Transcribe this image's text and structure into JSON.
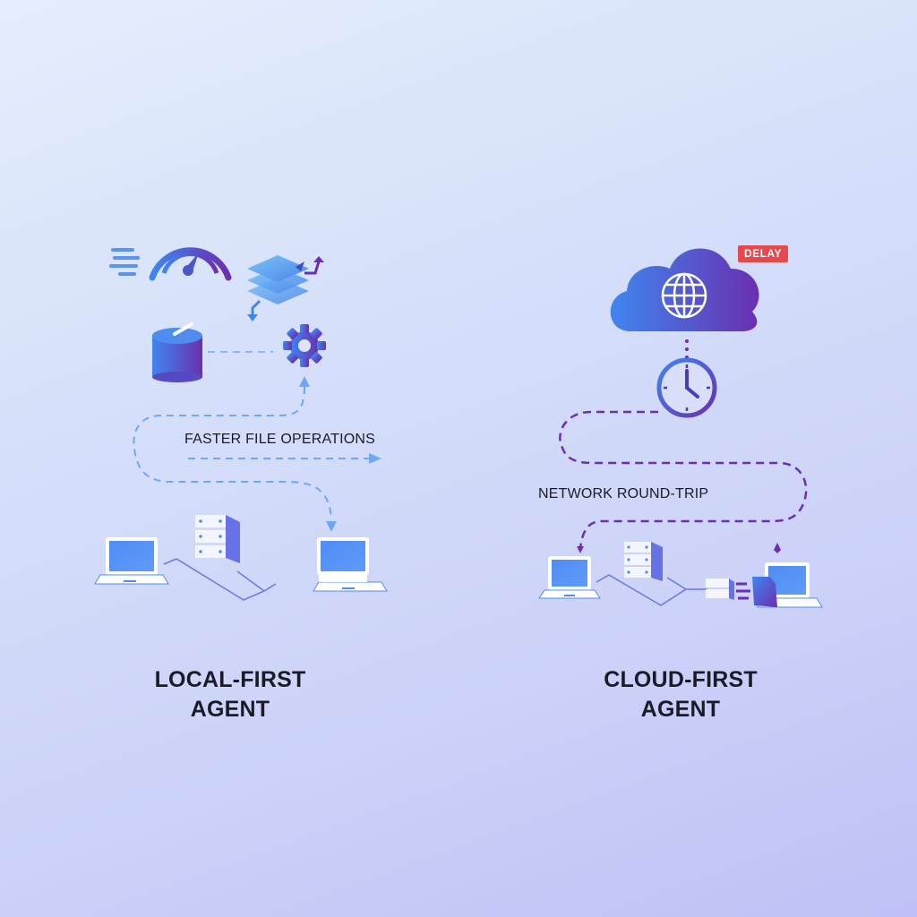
{
  "left_panel": {
    "title_line1": "LOCAL-FIRST",
    "title_line2": "AGENT",
    "path_label": "FASTER FILE OPERATIONS",
    "icons": [
      "speedometer-icon",
      "layers-icon",
      "database-icon",
      "gear-icon",
      "laptop-icon",
      "server-icon",
      "laptop-icon"
    ],
    "path_color": "#6ea8f5"
  },
  "right_panel": {
    "title_line1": "CLOUD-FIRST",
    "title_line2": "AGENT",
    "path_label": "NETWORK ROUND-TRIP",
    "badge": "DELAY",
    "icons": [
      "cloud-globe-icon",
      "clock-icon",
      "laptop-icon",
      "server-icon",
      "small-server-icon",
      "file-icon",
      "laptop-icon"
    ],
    "path_color": "#6b2fb3",
    "badge_color": "#e5484d"
  },
  "colors": {
    "gradient_blue": "#3f86f0",
    "gradient_purple": "#6a2fb0",
    "background_top": "#e4eefc",
    "background_bottom": "#bfc0f6"
  }
}
